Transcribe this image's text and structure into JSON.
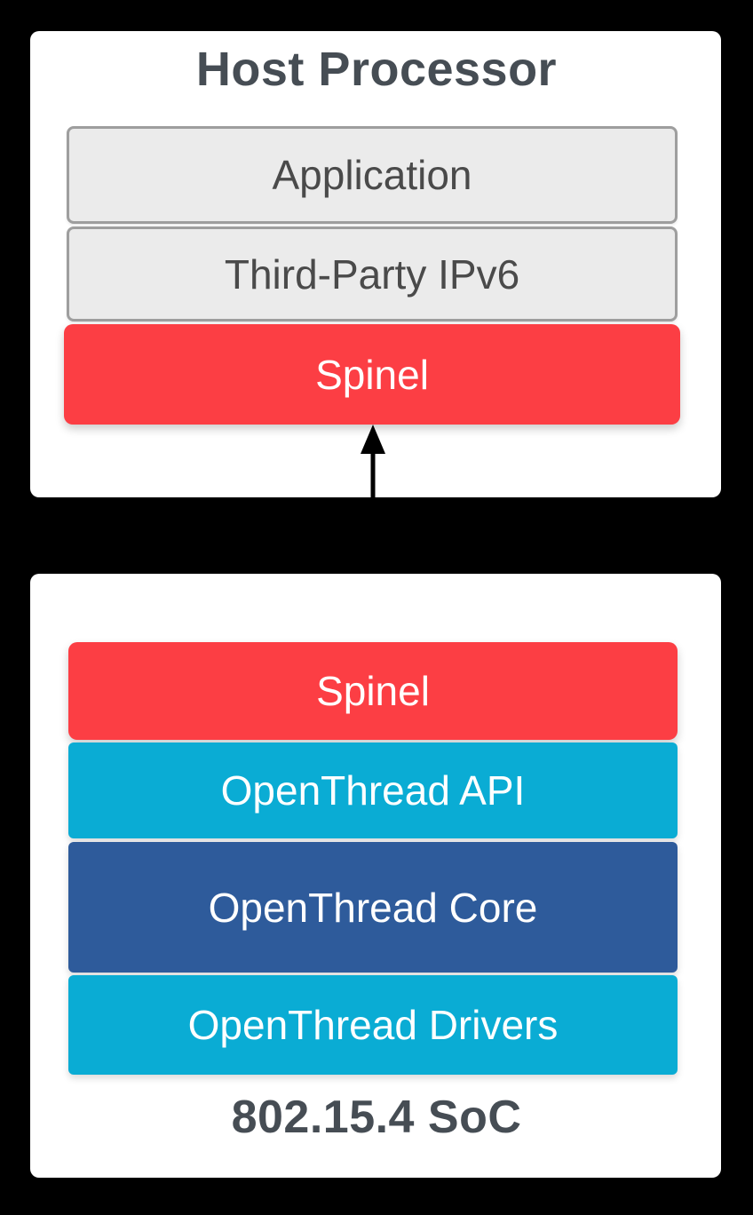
{
  "diagram": {
    "host_panel": {
      "title": "Host Processor",
      "layers": [
        {
          "id": "application",
          "label": "Application"
        },
        {
          "id": "third-party-ipv6",
          "label": "Third-Party IPv6"
        },
        {
          "id": "spinel",
          "label": "Spinel"
        }
      ]
    },
    "connector": {
      "type": "vertical-double-headed-arrow"
    },
    "soc_panel": {
      "title": "802.15.4 SoC",
      "layers": [
        {
          "id": "spinel",
          "label": "Spinel"
        },
        {
          "id": "openthread-api",
          "label": "OpenThread API"
        },
        {
          "id": "openthread-core",
          "label": "OpenThread Core"
        },
        {
          "id": "openthread-drivers",
          "label": "OpenThread Drivers"
        }
      ]
    },
    "colors": {
      "background": "#000000",
      "panel": "#FFFFFF",
      "gray_layer_fill": "#EBEBEB",
      "gray_layer_border": "#9E9E9E",
      "spinel_red": "#FC3E44",
      "openthread_cyan": "#0AACD4",
      "openthread_blue": "#2E5B9B",
      "title_text": "#464D54",
      "gray_layer_text": "#4A4A4A",
      "colored_layer_text": "#FFFFFF",
      "arrow": "#000000"
    }
  }
}
